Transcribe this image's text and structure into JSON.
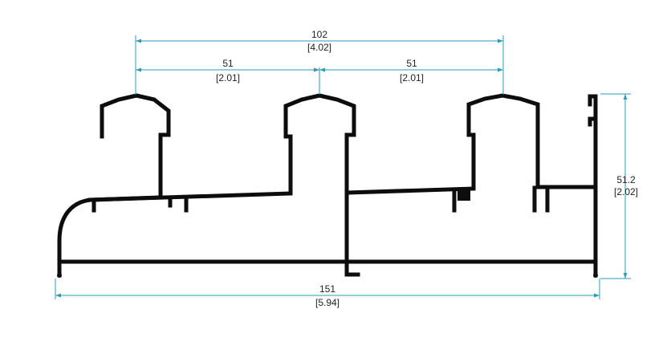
{
  "colors": {
    "profile": "#0d0d0d",
    "dimension": "#2a9db5",
    "text": "#222222",
    "background": "#ffffff"
  },
  "dimensions": {
    "overall_top": {
      "mm": "102",
      "in": "[4.02]"
    },
    "left_half": {
      "mm": "51",
      "in": "[2.01]"
    },
    "right_half": {
      "mm": "51",
      "in": "[2.01]"
    },
    "height": {
      "mm": "51.2",
      "in": "[2.02]"
    },
    "overall_width": {
      "mm": "151",
      "in": "[5.94]"
    }
  }
}
